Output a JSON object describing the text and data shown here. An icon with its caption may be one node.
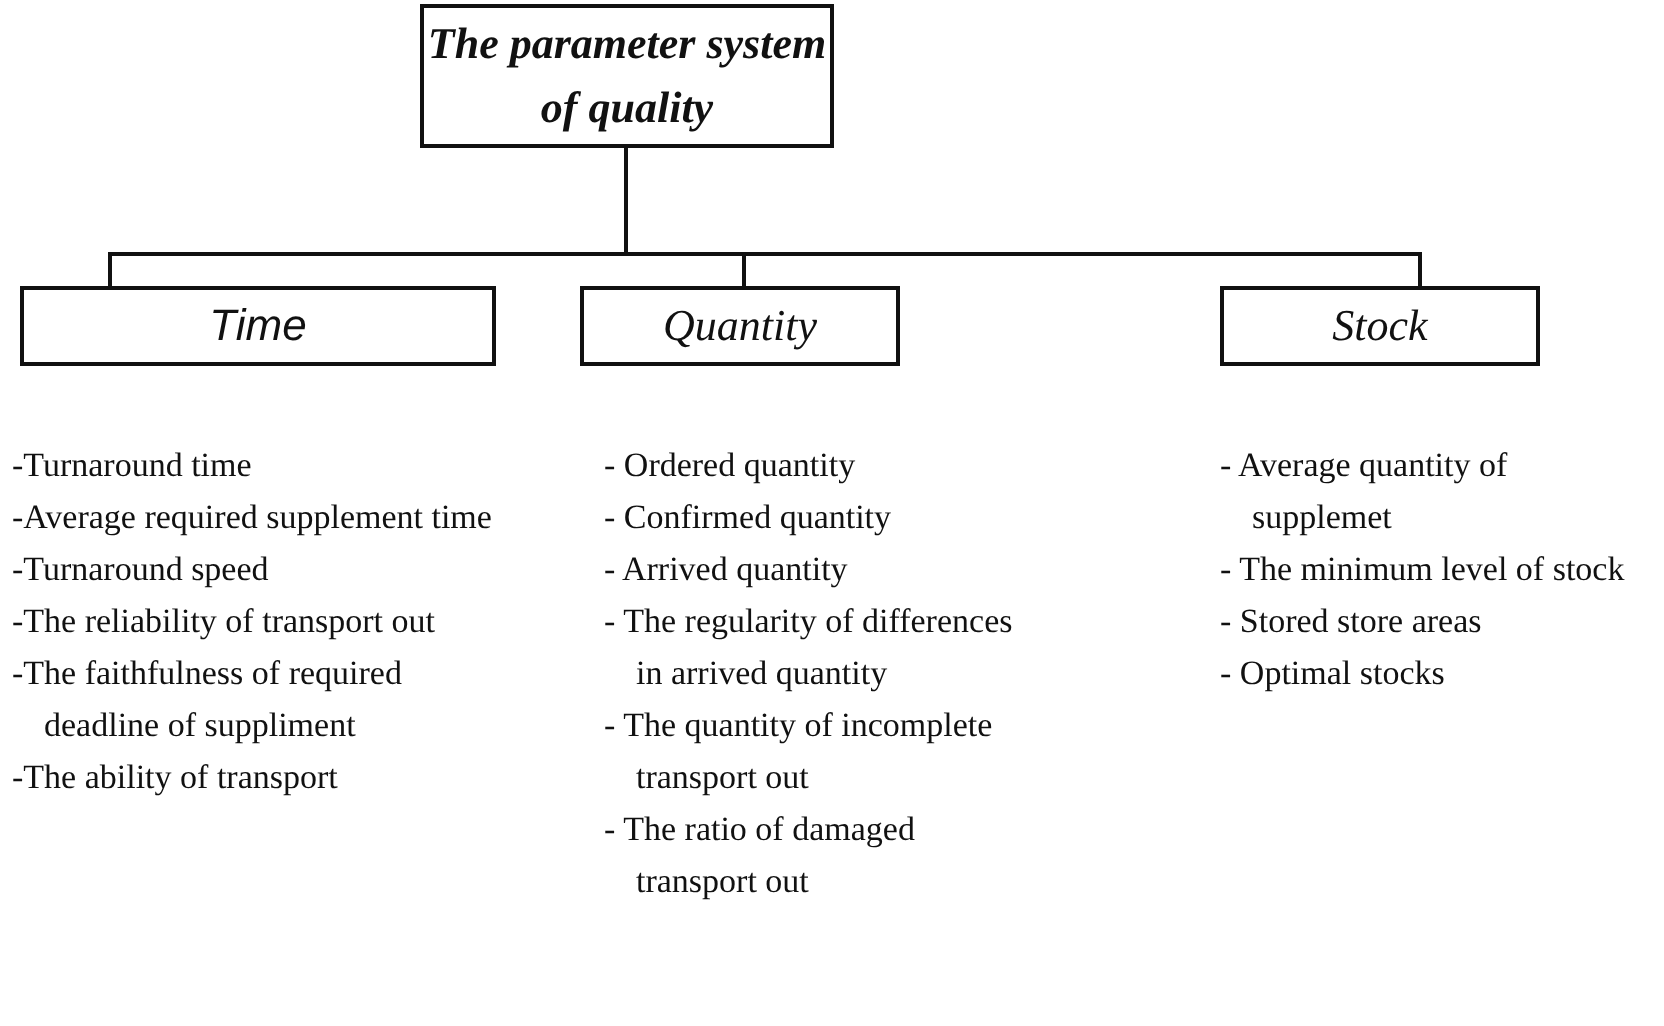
{
  "diagram": {
    "nodes": [
      {
        "text": [
          "The parameter system of quality"
        ]
      },
      {
        "text": [
          "Time"
        ],
        "beside": [
          "-Turnaround time",
          "-Average required supplement time",
          "-Turnaround speed",
          "-The reliability of transport out",
          "-The faithfulness of required deadline of suppliment",
          "-The ability of transport"
        ]
      },
      {
        "text": [
          "Quantity"
        ],
        "beside": [
          "- Ordered quantity",
          "- Confirmed quantity",
          "- Arrived quantity",
          "- The regularity of differences in arrived quantity",
          "- The quantity of incomplete transport out",
          "- The ratio of damaged transport out"
        ]
      },
      {
        "text": [
          "Stock"
        ],
        "beside": [
          "- Average quantity of supplemet",
          "- The minimum level of stock",
          "- Stored store areas",
          "- Optimal stocks"
        ]
      }
    ],
    "edges": [
      {
        "from": 0,
        "to": 1,
        "arrow": "none"
      },
      {
        "from": 0,
        "to": 2,
        "arrow": "none"
      },
      {
        "from": 0,
        "to": 3,
        "arrow": "none"
      }
    ]
  }
}
